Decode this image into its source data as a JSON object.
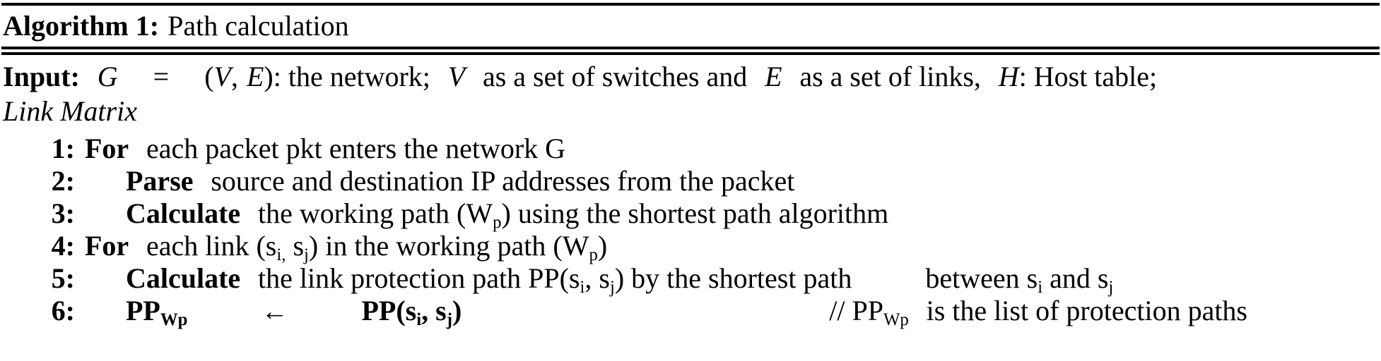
{
  "algorithm": {
    "label": "Algorithm 1:",
    "title": "Path calculation",
    "input": {
      "keyword": "Input:",
      "graph_var": "G",
      "equals": "=",
      "open_paren": "(",
      "vertex_var": "V",
      "comma": ",",
      "edge_var": "E",
      "close_paren": ")",
      "text_1": ": the network;",
      "vertex_var_2": "V",
      "text_2": "as a set of switches and",
      "edge_var_2": "E",
      "text_3": "as a set of links,",
      "host_var": "H",
      "text_4": ": Host table;",
      "link_matrix": "Link  Matrix"
    },
    "steps": [
      {
        "number": "1:",
        "indent": "indent-1",
        "keyword": "For",
        "text": "each packet pkt  enters the network G",
        "comment": ""
      },
      {
        "number": "2:",
        "indent": "indent-2",
        "keyword": "Parse",
        "text": "source and destination IP addresses from the packet",
        "comment": ""
      },
      {
        "number": "3:",
        "indent": "indent-2",
        "keyword": "Calculate",
        "text_a": "the working path (W",
        "sub_a": "p",
        "text_b": ") using the shortest path algorithm"
      },
      {
        "number": "4:",
        "indent": "indent-1",
        "keyword": "For",
        "text_a": "each link (s",
        "sub_a": "i,",
        "text_b": " s",
        "sub_b": "j",
        "text_c": ") in the working path (W",
        "sub_c": "p",
        "text_d": ")"
      },
      {
        "number": "5:",
        "indent": "indent-2",
        "keyword": "Calculate",
        "text_a": "the link protection path PP(s",
        "sub_a": "i",
        "text_b": ", s",
        "sub_b": "j",
        "text_c": ")  by the shortest path",
        "text_d": "between s",
        "sub_c": "i",
        "text_e": " and s",
        "sub_d": "j"
      },
      {
        "number": "6:",
        "indent": "indent-2",
        "assign_a": "PP",
        "assign_sub_a": "Wp",
        "arrow": "←",
        "assign_b": "PP(s",
        "assign_sub_b": "i",
        "assign_c": ", s",
        "assign_sub_c": "j",
        "assign_d": ")",
        "comment_a": "// PP",
        "comment_sub": "Wp",
        "comment_b": "is the list of protection paths"
      }
    ]
  }
}
